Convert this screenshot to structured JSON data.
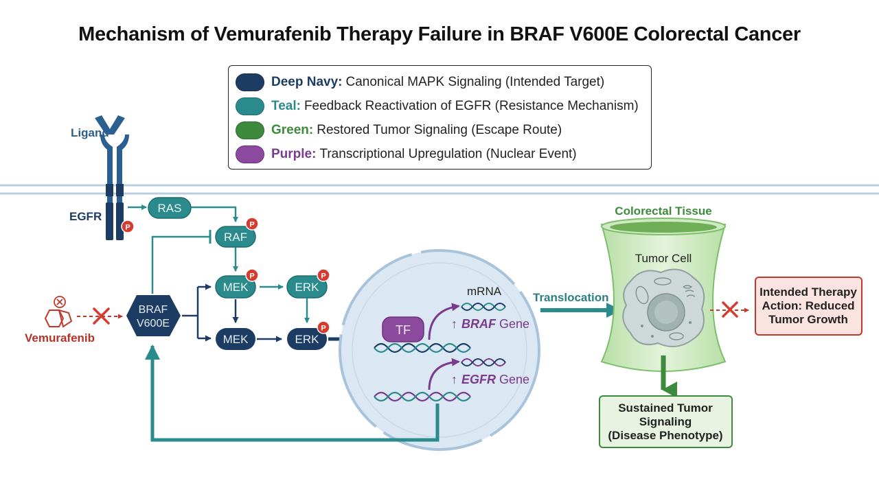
{
  "title": "Mechanism of Vemurafenib Therapy Failure in BRAF V600E Colorectal Cancer",
  "legend": [
    {
      "key": "Deep Navy:",
      "text": "Canonical MAPK Signaling (Intended Target)",
      "color": "#1d3c63",
      "key_color": "#1d3c63"
    },
    {
      "key": "Teal:",
      "text": "Feedback Reactivation of EGFR (Resistance Mechanism)",
      "color": "#2a8a8c",
      "key_color": "#2a8a8c"
    },
    {
      "key": "Green:",
      "text": "Restored Tumor Signaling (Escape Route)",
      "color": "#3d8a3c",
      "key_color": "#3d8a3c"
    },
    {
      "key": "Purple:",
      "text": "Transcriptional Upregulation (Nuclear Event)",
      "color": "#8c4a9e",
      "key_color": "#7a3a8e"
    }
  ],
  "labels": {
    "ligand": "Ligand",
    "egfr": "EGFR",
    "ras": "RAS",
    "raf": "RAF",
    "mek_top": "MEK",
    "erk_top": "ERK",
    "mek_bottom": "MEK",
    "erk_bottom": "ERK",
    "braf_line1": "BRAF",
    "braf_line2": "V600E",
    "vemurafenib": "Vemurafenib",
    "phospho": "P",
    "tf": "TF",
    "mrna": "mRNA",
    "braf_gene_italic": "BRAF",
    "egfr_gene_italic": "EGFR",
    "gene_suffix": " Gene",
    "up_arrow": "↑",
    "translocation": "Translocation",
    "colorectal_tissue": "Colorectal Tissue",
    "tumor_cell": "Tumor Cell",
    "intended_line1": "Intended Therapy",
    "intended_line2": "Action: Reduced",
    "intended_line3": "Tumor Growth",
    "sustained_line1": "Sustained Tumor",
    "sustained_line2": "Signaling",
    "sustained_line3": "(Disease Phenotype)"
  },
  "colors": {
    "navy": "#1d3c63",
    "teal": "#2a8a8c",
    "green": "#3d8a3c",
    "purple": "#8c4a9e",
    "red": "#c0392b",
    "phospho": "#d63b30"
  }
}
